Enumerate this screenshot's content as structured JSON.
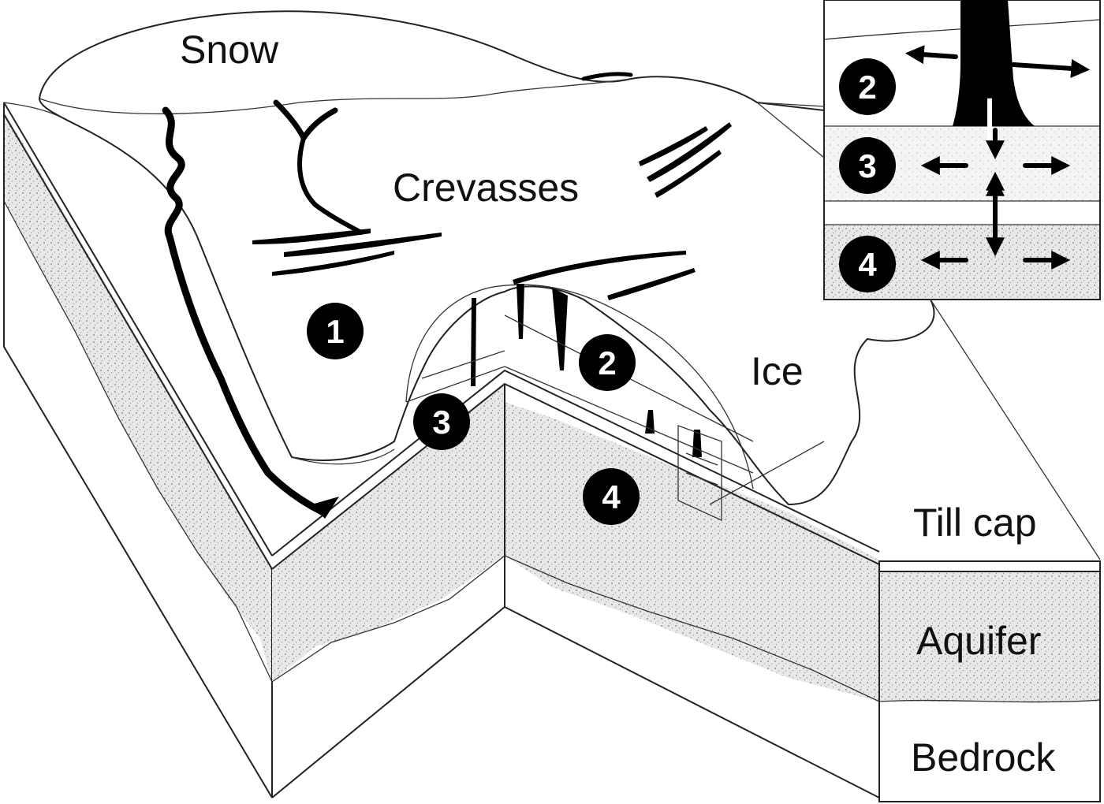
{
  "labels": {
    "snow": "Snow",
    "crevasses": "Crevasses",
    "ice": "Ice",
    "till_cap": "Till cap",
    "aquifer": "Aquifer",
    "bedrock": "Bedrock"
  },
  "markers": {
    "m1": "1",
    "m2": "2",
    "m3": "3",
    "m4": "4",
    "inset_2": "2",
    "inset_3": "3",
    "inset_4": "4"
  }
}
